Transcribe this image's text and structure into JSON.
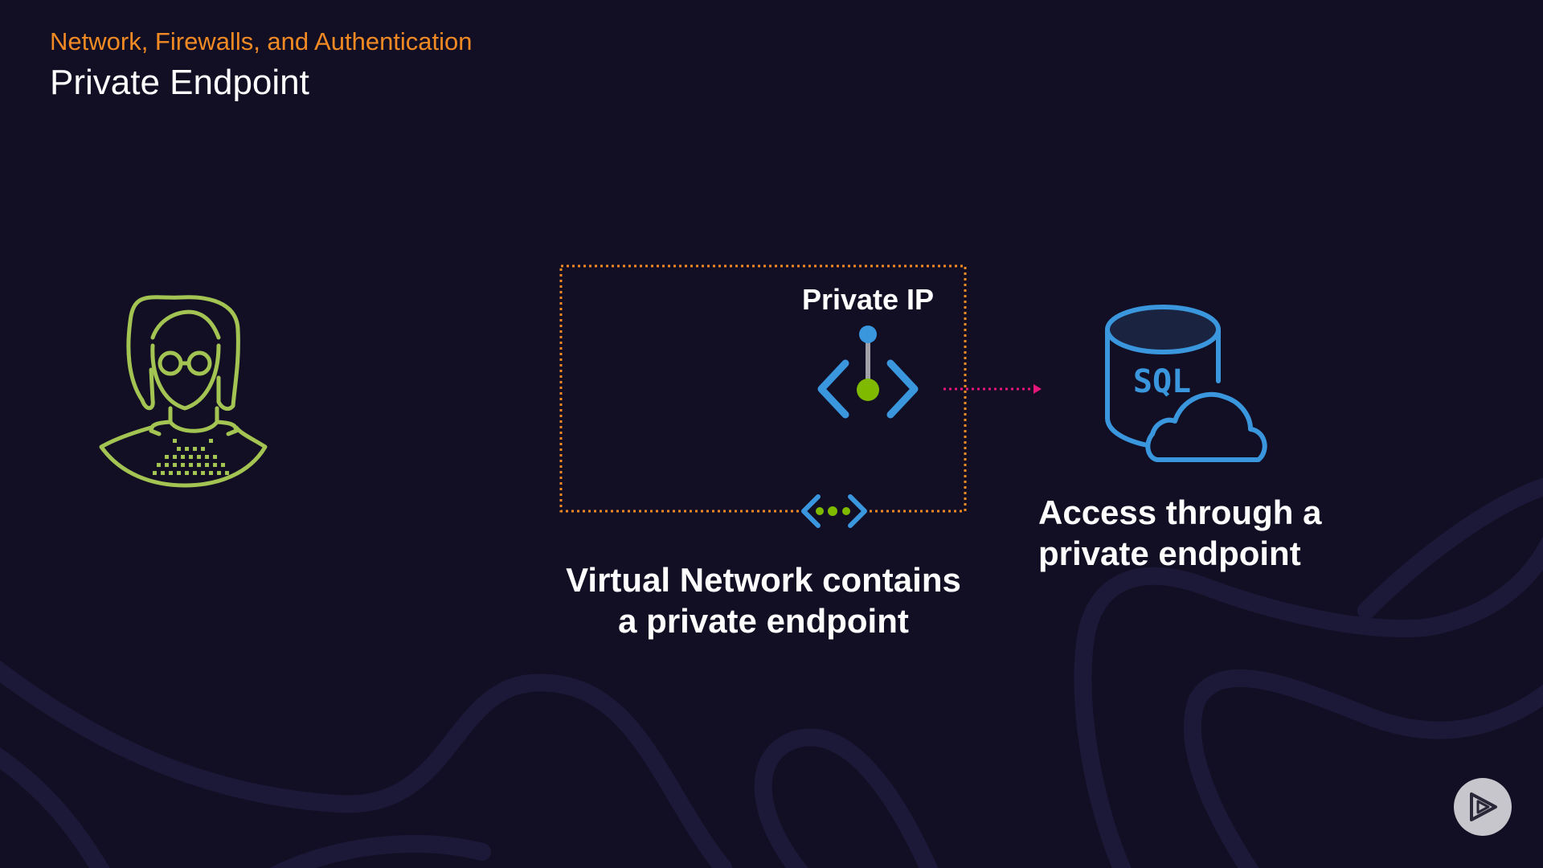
{
  "header": {
    "section": "Network, Firewalls, and Authentication",
    "title": "Private Endpoint"
  },
  "diagram": {
    "private_ip_label": "Private IP",
    "sql_label": "SQL",
    "vnet_caption": [
      "Virtual Network contains",
      "a private endpoint"
    ],
    "access_caption": [
      "Access through a",
      "private endpoint"
    ]
  },
  "colors": {
    "background": "#120f24",
    "accent_orange": "#f28a24",
    "user_green": "#a3c452",
    "azure_blue": "#3a96dd",
    "endpoint_green": "#7fba00",
    "arrow_pink": "#e6157a",
    "curve_purple": "#1c1838"
  },
  "icons": {
    "user": "user-with-glasses-icon",
    "endpoint": "private-endpoint-icon",
    "vnet": "virtual-network-icon",
    "sql": "sql-database-cloud-icon",
    "player": "play-logo-icon"
  }
}
